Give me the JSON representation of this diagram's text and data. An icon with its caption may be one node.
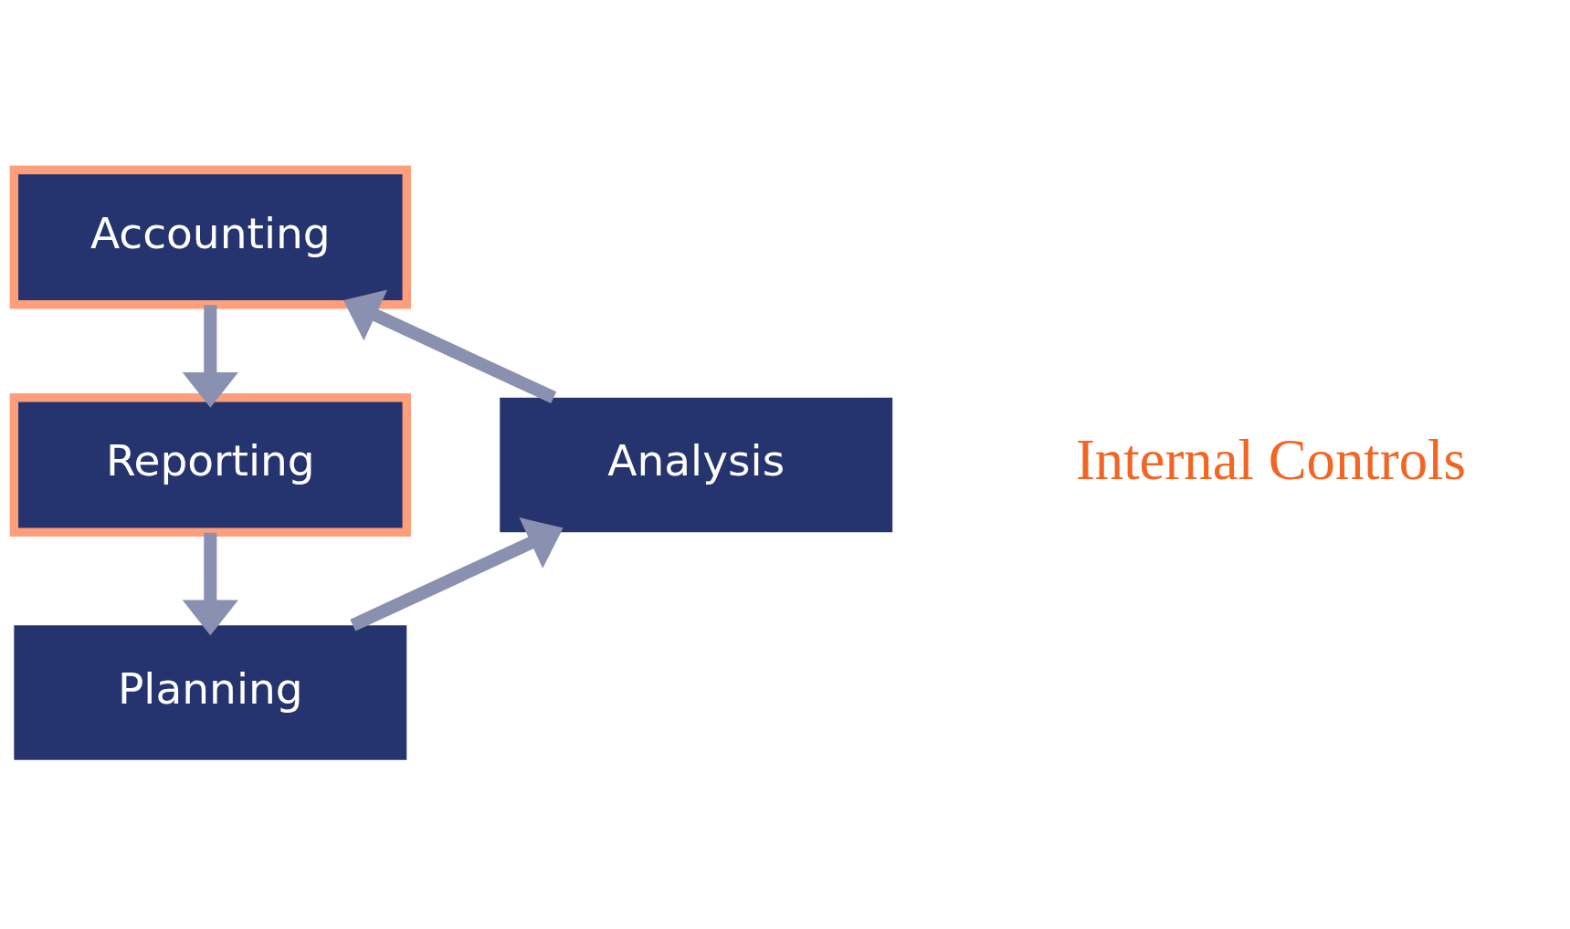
{
  "diagram": {
    "nodes": [
      {
        "text": [
          "Accounting"
        ]
      },
      {
        "text": [
          "Reporting"
        ]
      },
      {
        "text": [
          "Planning"
        ]
      },
      {
        "text": [
          "Analysis"
        ]
      }
    ],
    "edges": [
      {
        "from": 0,
        "to": 1,
        "arrow": "to"
      },
      {
        "from": 1,
        "to": 2,
        "arrow": "to"
      },
      {
        "from": 2,
        "to": 3,
        "arrow": "to"
      },
      {
        "from": 3,
        "to": 0,
        "arrow": "to"
      }
    ],
    "labels": [
      "Internal Controls"
    ]
  }
}
